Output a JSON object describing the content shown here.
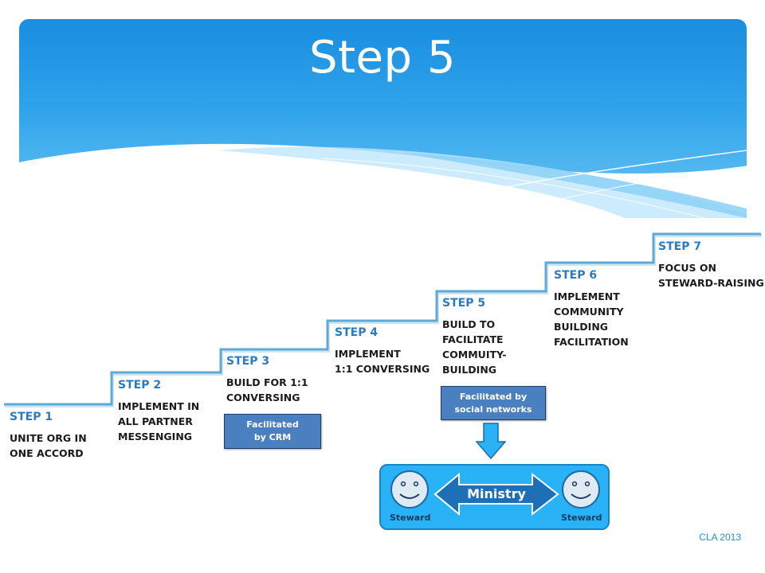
{
  "slide": {
    "title": "Step 5",
    "credit": "CLA 2013"
  },
  "steps": [
    {
      "heading": "STEP 1",
      "lines": [
        "UNITE  ORG IN",
        "ONE ACCORD"
      ]
    },
    {
      "heading": "STEP 2",
      "lines": [
        "IMPLEMENT IN",
        "ALL PARTNER",
        "MESSENGING"
      ]
    },
    {
      "heading": "STEP 3",
      "lines": [
        "BUILD FOR 1:1",
        "CONVERSING"
      ]
    },
    {
      "heading": "STEP 4",
      "lines": [
        "IMPLEMENT",
        "1:1 CONVERSING"
      ]
    },
    {
      "heading": "STEP 5",
      "lines": [
        "BUILD TO",
        "FACILITATE",
        "COMMUITY-",
        "BUILDING"
      ]
    },
    {
      "heading": "STEP 6",
      "lines": [
        "IMPLEMENT",
        "COMMUNITY",
        "BUILDING",
        "FACILITATION"
      ]
    },
    {
      "heading": "STEP 7",
      "lines": [
        "FOCUS ON",
        "STEWARD-RAISING"
      ]
    }
  ],
  "callouts": {
    "crm": {
      "line1": "Facilitated",
      "line2": "by CRM"
    },
    "social": {
      "line1": "Facilitated by",
      "line2": "social networks"
    }
  },
  "ministry": {
    "label": "Ministry",
    "left_steward": "Steward",
    "right_steward": "Steward"
  },
  "colors": {
    "header_blue": "#1a8ee0",
    "stair_line": "#5fa9d6",
    "step_heading": "#2a7bbf",
    "callout_box": "#4a7fc0",
    "ministry_box": "#29b2f5"
  }
}
